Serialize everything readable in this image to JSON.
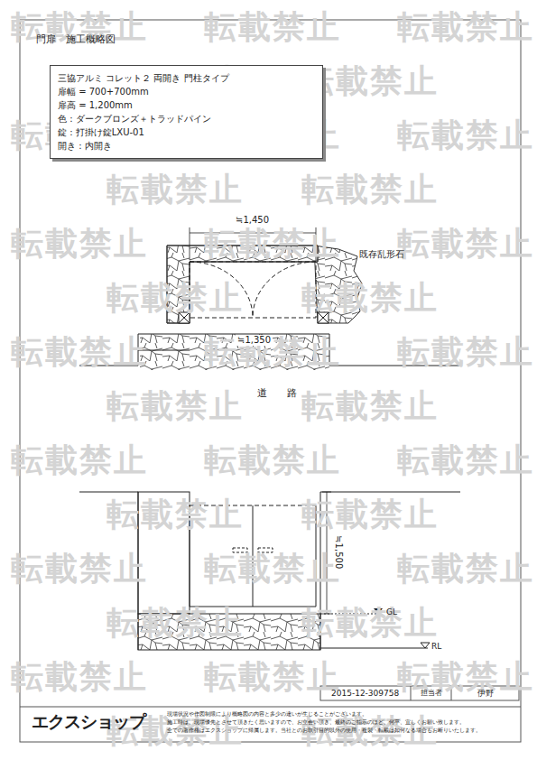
{
  "diagram": {
    "title": "門扉　施工概略図",
    "nodes": [
      {
        "text": [
          "三協アルミ コレット２ 両開き 門柱タイプ",
          "扉幅 = 700+700mm",
          "扉高 = 1,200mm",
          "色 : ダークブロンズ＋トラッドパイン",
          "錠 : 打掛け錠LXU-01",
          "開き : 内開き"
        ]
      }
    ],
    "labels": [
      "≒1,450",
      "既存乱形石",
      "≒1,350",
      "道　　路",
      "≒1,500",
      "GL",
      "RL",
      "2015-12-309758",
      "担当者",
      "伊野",
      "エクスショップ",
      "現場状況や作図制限により概略図の内容と多少の違いが生じることがございます。",
      "施工時は、現場優先とさせて頂きたく思いますので、お立会い頂き、最終のご指示のほど、何卒、宜しくお願い致します。",
      "全ての著作権はエクスショップに帰属します。当社とのお取引目的以外の使用・複製・転載は如何なる場合もお断りいたします。",
      "転載禁止",
      "転載禁止",
      "転載禁止",
      "転載禁止",
      "転載禁止",
      "転載禁止",
      "転載禁止",
      "転載禁止",
      "転載禁止",
      "転載禁止",
      "転載禁止",
      "転載禁止",
      "転載禁止",
      "転載禁止",
      "転載禁止",
      "転載禁止",
      "転載禁止",
      "転載禁止",
      "転載禁止",
      "転載禁止",
      "転載禁止",
      "転載禁止",
      "転載禁止",
      "転載禁止",
      "転載禁止",
      "転載禁止",
      "転載禁止",
      "転載禁止",
      "転載禁止",
      "転載禁止",
      "転載禁止",
      "転載禁止",
      "転載禁止",
      "転載禁止",
      "転載禁止"
    ]
  }
}
